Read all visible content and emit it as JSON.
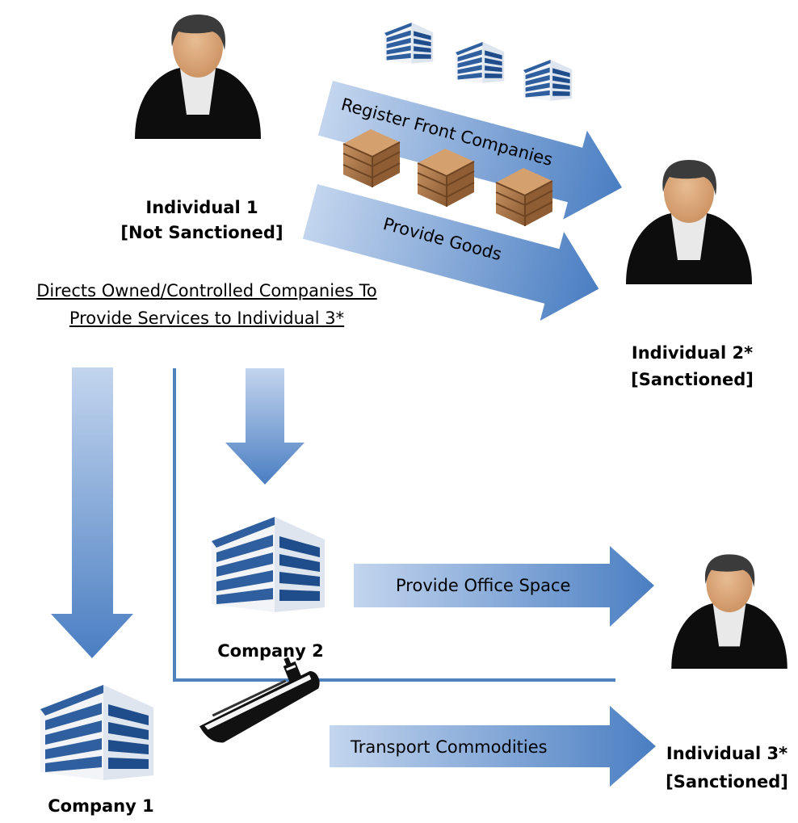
{
  "colors": {
    "arrow_light": "#c3d5ee",
    "arrow_dark": "#4a7ec2",
    "line": "#4f81bd",
    "building": "#2f5f9f",
    "hair": "#3b3b3b",
    "skin": "#d9a578",
    "suit": "#0d0d0d",
    "crate": "#a67446",
    "ship": "#111111"
  },
  "actors": {
    "individual_1": {
      "name": "Individual 1",
      "status": "[Not Sanctioned]"
    },
    "individual_2": {
      "name": "Individual 2*",
      "status": "[Sanctioned]"
    },
    "individual_3": {
      "name": "Individual 3*",
      "status": "[Sanctioned]"
    }
  },
  "companies": {
    "company_1": "Company 1",
    "company_2": "Company 2"
  },
  "instruction": {
    "line1": "Directs Owned/Controlled Companies To",
    "line2": "Provide Services to Individual 3*"
  },
  "flows": {
    "register": "Register Front Companies",
    "goods": "Provide Goods",
    "office": "Provide Office Space",
    "transport": "Transport Commodities"
  },
  "icons": {
    "person": "person-icon",
    "building": "building-icon",
    "crate": "crate-icon",
    "ship": "ship-icon"
  }
}
